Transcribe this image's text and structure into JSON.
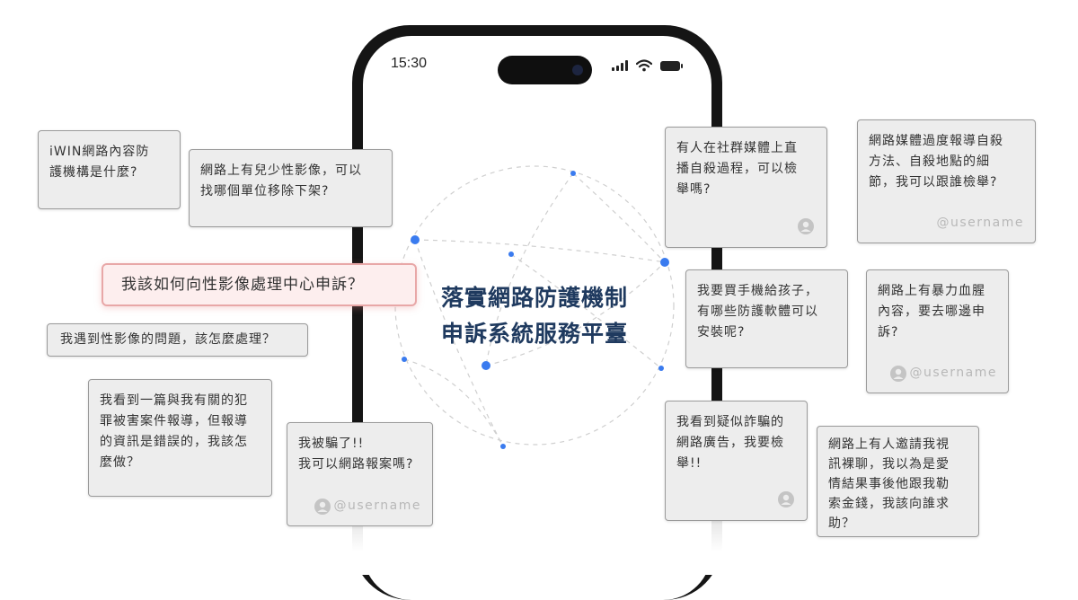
{
  "status_bar": {
    "time": "15:30"
  },
  "center": {
    "line1": "落實網路防護機制",
    "line2": "申訴系統服務平臺"
  },
  "colors": {
    "title": "#1f3a5f",
    "node": "#3a7bef",
    "highlight_border": "#e8a7a7"
  },
  "cards": {
    "c1": {
      "text": "iWIN網路內容防\n護機構是什麼?"
    },
    "c2": {
      "text": "網路上有兒少性影像，可以\n找哪個單位移除下架?"
    },
    "c3": {
      "text": "我該如何向性影像處理中心申訴？"
    },
    "c4": {
      "text": "我遇到性影像的問題，該怎麼處理？"
    },
    "c5": {
      "text": "我看到一篇與我有關的犯\n罪被害案件報導，但報導\n的資訊是錯誤的，我該怎\n麼做？"
    },
    "c6": {
      "text": "我被騙了!!\n我可以網路報案嗎?",
      "user": "@username"
    },
    "c7": {
      "text": "有人在社群媒體上直\n播自殺過程，可以檢\n舉嗎?"
    },
    "c8": {
      "text": "網路媒體過度報導自殺\n方法、自殺地點的細\n節，我可以跟誰檢舉?",
      "user": "@username"
    },
    "c9": {
      "text": "我要買手機給孩子，\n有哪些防護軟體可以\n安裝呢?"
    },
    "c10": {
      "text": "網路上有暴力血腥\n內容，要去哪邊申\n訴?",
      "user": "@username"
    },
    "c11": {
      "text": "我看到疑似詐騙的\n網路廣告，我要檢\n舉!!"
    },
    "c12": {
      "text": "網路上有人邀請我視\n訊裸聊，我以為是愛\n情結果事後他跟我勒\n索金錢，我該向誰求\n助？"
    }
  }
}
